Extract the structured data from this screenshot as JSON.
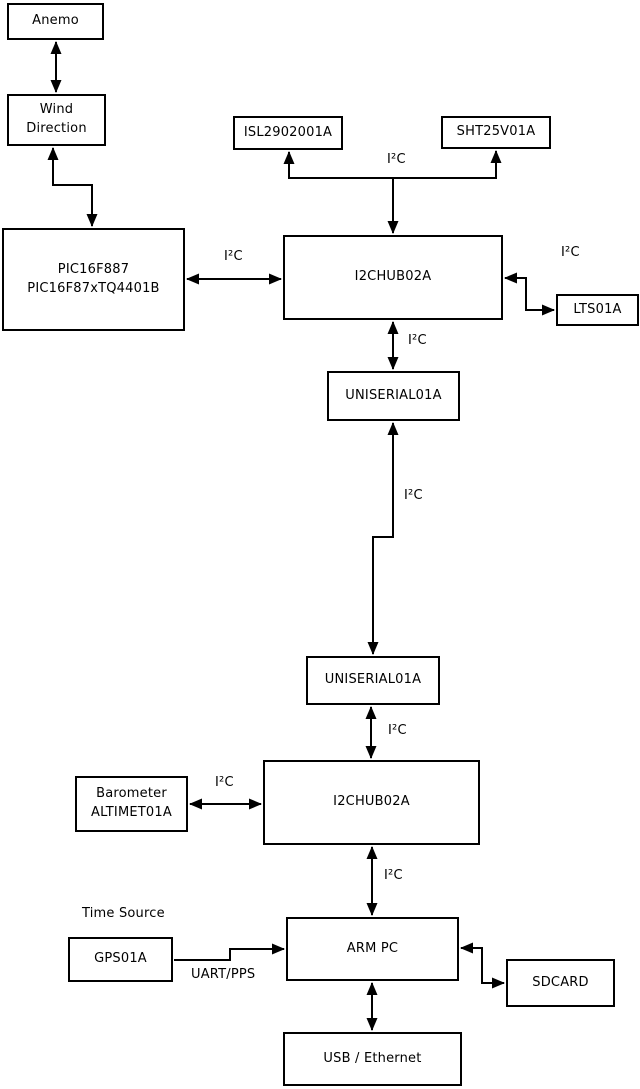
{
  "diagram": {
    "colors": {
      "background": "#ffffff",
      "stroke": "#000000",
      "box_fill": "#ffffff"
    },
    "nodes": {
      "anemo": "Anemo",
      "wind_direction": "Wind\nDirection",
      "pic": "PIC16F887\nPIC16F87xTQ4401B",
      "isl": "ISL2902001A",
      "sht": "SHT25V01A",
      "i2c_hub_top": "I2CHUB02A",
      "lts": "LTS01A",
      "uniserial_top": "UNISERIAL01A",
      "uniserial_bottom": "UNISERIAL01A",
      "i2c_hub_bottom": "I2CHUB02A",
      "barometer": "Barometer\nALTIMET01A",
      "arm_pc": "ARM PC",
      "gps": "GPS01A",
      "sdcard": "SDCARD",
      "usb_ethernet": "USB / Ethernet"
    },
    "edge_labels": {
      "pic_hub_i2c": "I²C",
      "sensor_branch_i2c": "I²C",
      "lts_i2c": "I²C",
      "hub_uniserial_i2c": "I²C",
      "uniserial_link_i2c": "I²C",
      "uniserial_hub2_i2c": "I²C",
      "barometer_i2c": "I²C",
      "hub2_armpc_i2c": "I²C",
      "time_source": "Time Source",
      "uart_pps": "UART/PPS"
    }
  }
}
